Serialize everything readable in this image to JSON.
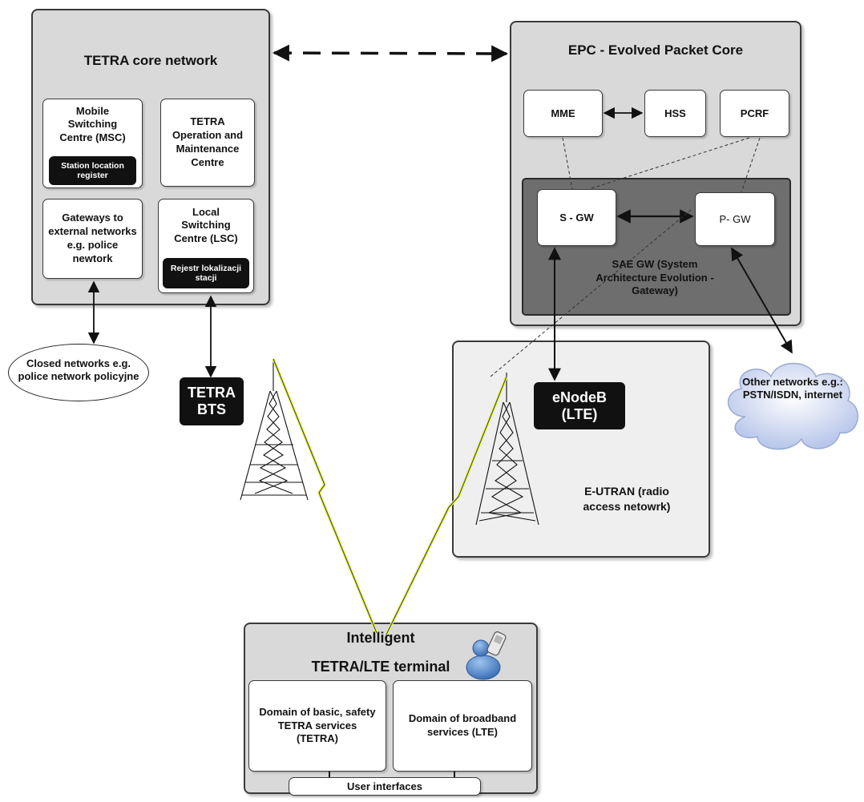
{
  "tetra_core": {
    "title": "TETRA core network",
    "msc": "Mobile Switching Centre (MSC)",
    "msc_sub": "Station location register",
    "om": "TETRA Operation and Maintenance Centre",
    "gw": "Gateways to external networks e.g. police newtork",
    "lsc": "Local Switching Centre (LSC)",
    "lsc_sub": "Rejestr lokalizacji stacji"
  },
  "epc": {
    "title": "EPC - Evolved Packet Core",
    "mme": "MME",
    "hss": "HSS",
    "pcrf": "PCRF",
    "sgw": "S - GW",
    "pgw": "P- GW",
    "saegw": "SAE GW (System Architecture Evolution - Gateway)"
  },
  "closed_networks": "Closed networks e.g. police network policyjne",
  "tetra_bts": "TETRA BTS",
  "enodeb": "eNodeB (LTE)",
  "eutran": "E-UTRAN (radio access netowrk)",
  "other_networks": "Other networks e.g.: PSTN/ISDN, internet",
  "terminal": {
    "title_line1": "Intelligent",
    "title_line2": "TETRA/LTE terminal",
    "tetra_domain": "Domain of basic, safety TETRA services (TETRA)",
    "lte_domain": "Domain of broadband services (LTE)",
    "user_interfaces": "User interfaces"
  }
}
